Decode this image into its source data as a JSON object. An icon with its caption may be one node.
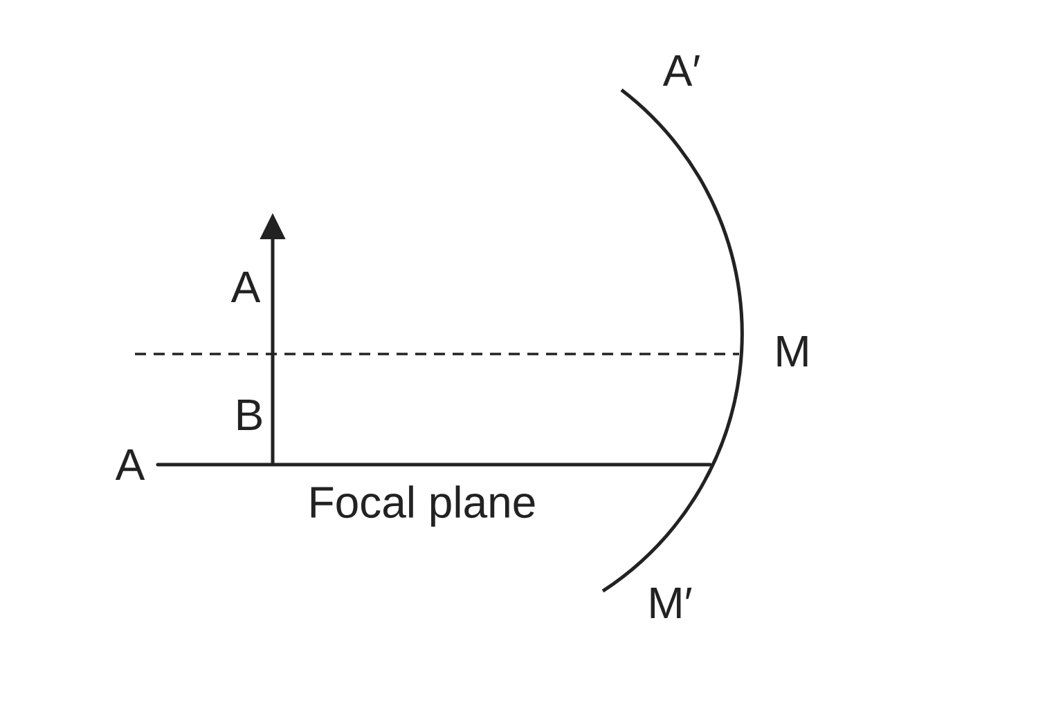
{
  "diagram": {
    "labels": [
      "A′",
      "A",
      "M",
      "B",
      "A",
      "Focal plane",
      "M′"
    ]
  }
}
